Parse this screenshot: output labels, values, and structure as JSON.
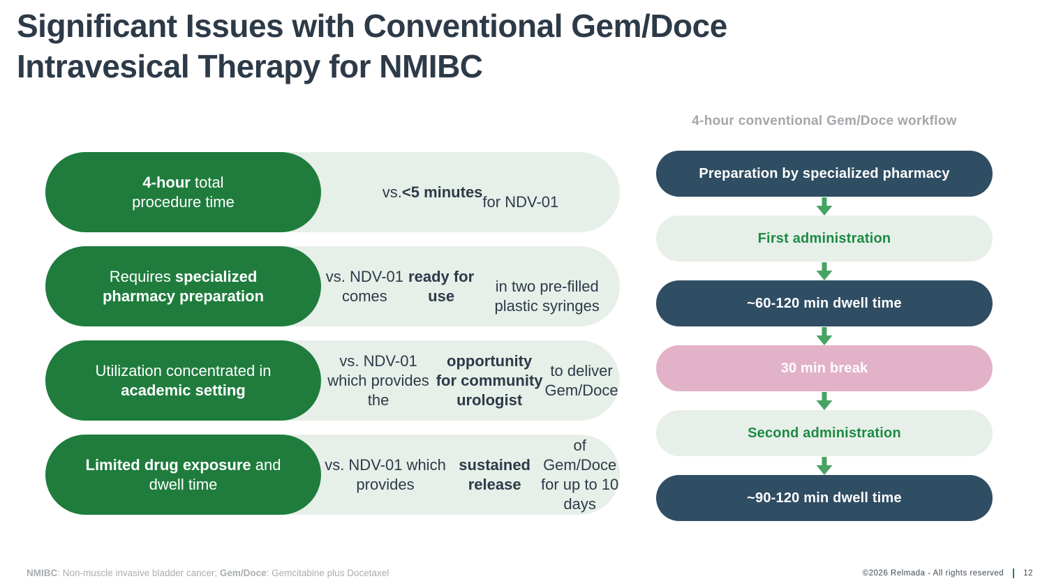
{
  "header": {
    "title": "Significant Issues with Conventional Gem/Doce\nIntravesical Therapy for NMIBC"
  },
  "comparison": {
    "rows": [
      {
        "issue": [
          {
            "t": "4-hour",
            "b": true
          },
          {
            "t": " total\nprocedure time"
          }
        ],
        "vs_ndv01": [
          {
            "t": "vs. "
          },
          {
            "t": "<5 minutes",
            "b": true
          },
          {
            "t": "\nfor NDV-01"
          }
        ]
      },
      {
        "issue": [
          {
            "t": "Requires "
          },
          {
            "t": "specialized\npharmacy preparation",
            "b": true
          }
        ],
        "vs_ndv01": [
          {
            "t": "vs. NDV-01 comes "
          },
          {
            "t": "ready for use",
            "b": true
          },
          {
            "t": "\nin two pre-filled plastic syringes"
          }
        ]
      },
      {
        "issue": [
          {
            "t": "Utilization concentrated in\n"
          },
          {
            "t": "academic setting",
            "b": true
          }
        ],
        "vs_ndv01": [
          {
            "t": "vs. NDV-01 which provides the\n"
          },
          {
            "t": "opportunity for community\nurologist",
            "b": true
          },
          {
            "t": " to deliver Gem/Doce"
          }
        ]
      },
      {
        "issue": [
          {
            "t": "Limited drug exposure",
            "b": true
          },
          {
            "t": " and\ndwell time"
          }
        ],
        "vs_ndv01": [
          {
            "t": "vs. NDV-01 which provides\n"
          },
          {
            "t": "sustained release",
            "b": true
          },
          {
            "t": " of Gem/Doce\nfor up to 10 days"
          }
        ]
      }
    ]
  },
  "workflow": {
    "title": "4-hour conventional Gem/Doce workflow",
    "steps": [
      {
        "label": "Preparation by specialized pharmacy",
        "style": "navy"
      },
      {
        "label": "First administration",
        "style": "light"
      },
      {
        "label": "~60-120 min dwell time",
        "style": "navy"
      },
      {
        "label": "30 min break",
        "style": "pink"
      },
      {
        "label": "Second administration",
        "style": "light"
      },
      {
        "label": "~90-120 min dwell time",
        "style": "navy"
      }
    ]
  },
  "footer": {
    "footnote": [
      {
        "t": "NMIBC",
        "b": true
      },
      {
        "t": ": Non-muscle invasive bladder cancer; "
      },
      {
        "t": "Gem/Doce",
        "b": true
      },
      {
        "t": ": Gemcitabine plus Docetaxel"
      }
    ],
    "copyright": "©2026 Relmada - All rights reserved",
    "page_number": "12"
  },
  "colors": {
    "green": "#1f7c3d",
    "light_green": "#e7efe9",
    "navy": "#2f4d63",
    "pink": "#e2b2c8",
    "arrow_green": "#47a363",
    "title_text": "#2d3a48",
    "green_text": "#1c8a43",
    "muted_title": "#a3a7ab",
    "footnote_gray": "#a9adb0",
    "copyright_gray": "#3e4852"
  }
}
